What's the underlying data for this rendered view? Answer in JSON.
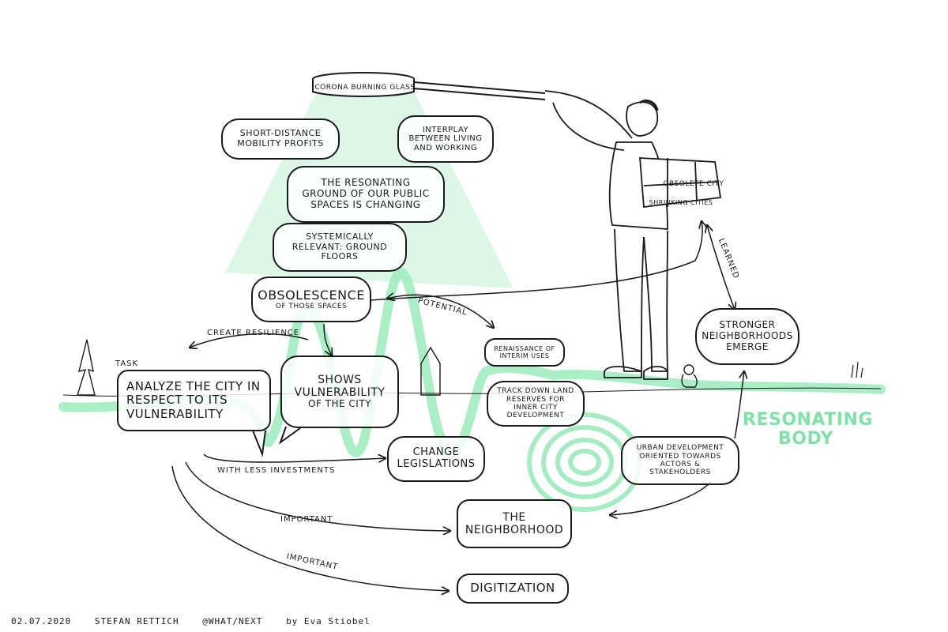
{
  "lens_label": "CORONA BURNING GLASS",
  "short_distance": "SHORT-DISTANCE MOBILITY PROFITS",
  "interplay": "INTERPLAY BETWEEN LIVING AND WORKING",
  "resonating_ground": "THE RESONATING GROUND OF OUR PUBLIC SPACES IS CHANGING",
  "systemically": "SYSTEMICALLY RELEVANT: GROUND FLOORS",
  "obsolescence_title": "OBSOLESCENCE",
  "obsolescence_sub": "OF THOSE SPACES",
  "create_resilience": "CREATE RESILIENCE",
  "potential": "POTENTIAL",
  "task": "TASK",
  "analyze": "ANALYZE THE CITY IN RESPECT TO ITS VULNERABILITY",
  "shows_title": "SHOWS VULNERABILITY",
  "shows_sub": "OF THE CITY",
  "renaissance": "RENAISSANCE OF INTERIM USES",
  "track_down": "TRACK DOWN LAND RESERVES FOR INNER CITY DEVELOPMENT",
  "stronger": "STRONGER NEIGHBORHOODS EMERGE",
  "learned": "LEARNED",
  "backpack_top": "OBSOLETE CITY",
  "backpack_bottom": "SHRINKING CITIES",
  "resonating_body": "RESONATING BODY",
  "with_less": "WITH LESS INVESTMENTS",
  "change_leg": "CHANGE LEGISLATIONS",
  "urban_dev": "URBAN DEVELOPMENT ORIENTED TOWARDS ACTORS & STAKEHOLDERS",
  "important_1": "IMPORTANT",
  "important_2": "IMPORTANT",
  "neighborhood": "THE NEIGHBORHOOD",
  "digitization": "DIGITIZATION",
  "credit_date": "02.07.2020",
  "credit_speaker": "STEFAN RETTICH",
  "credit_event": "@WHAT/NEXT",
  "credit_artist": "by Eva Stiobel",
  "colors": {
    "ink": "#1a1a1a",
    "green": "#7fe2a8",
    "green_light": "#d8f6e4"
  }
}
